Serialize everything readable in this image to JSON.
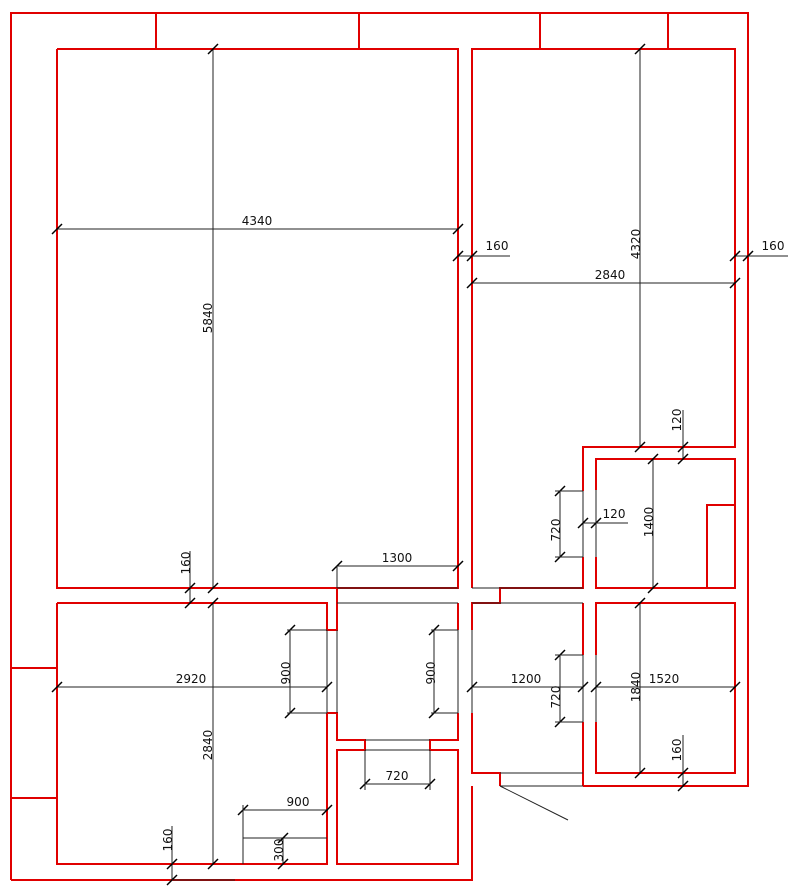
{
  "drawing": {
    "title": "Apartment floor plan",
    "wall_color": "#e00000",
    "dimension_color": "#222222"
  },
  "dimensions": [
    "4340",
    "5840",
    "160",
    "2840",
    "4320",
    "160",
    "120",
    "720",
    "120",
    "1400",
    "1300",
    "160",
    "900",
    "900",
    "2920",
    "2840",
    "1200",
    "720",
    "1520",
    "1840",
    "160",
    "720",
    "900",
    "300",
    "160"
  ]
}
